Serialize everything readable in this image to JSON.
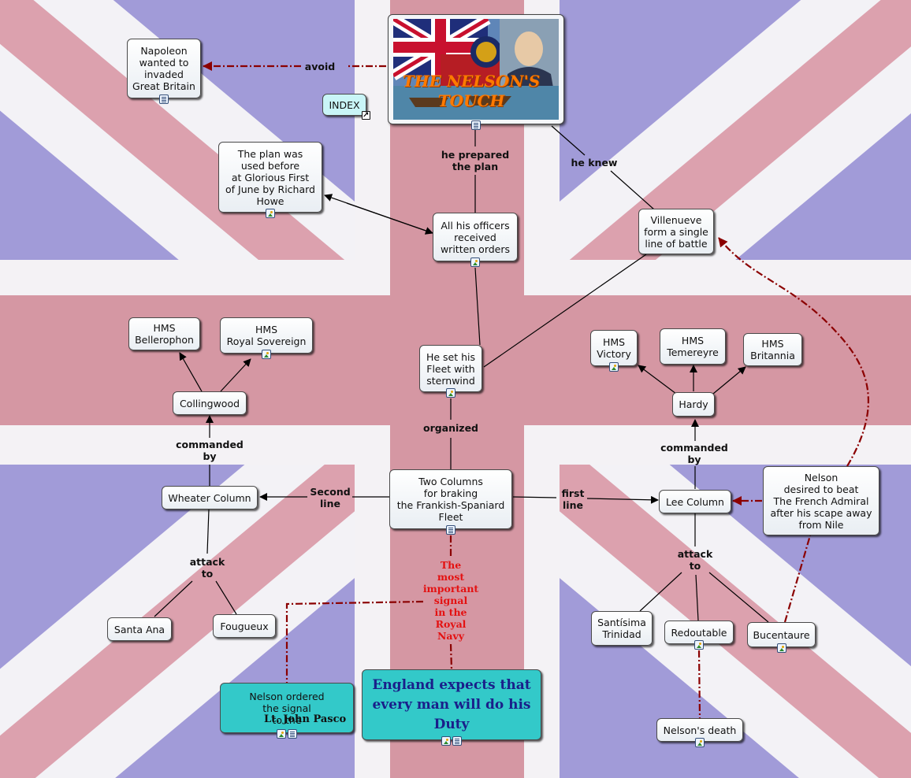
{
  "colors": {
    "link_solid": "#000000",
    "link_dashed": "#8b0000",
    "teal_node": "#33c9c9",
    "index_node": "#c9f5f7",
    "signal_label": "#e41111",
    "hero_title": "#ff7a00"
  },
  "hero": {
    "title": "THE NELSON'S\nTOUCH",
    "image": "union-flag-and-nelson-portrait-image"
  },
  "nodes": {
    "napoleon": "Napoleon\nwanted to\ninvaded\nGreat Britain",
    "index": "INDEX",
    "plan_used": "The plan was\nused before\nat Glorious First\nof June by Richard\nHowe",
    "officers": "All his officers\nreceived\nwritten orders",
    "villeneuve": "Villenueve\nform a single\nline of battle",
    "bellerophon": "HMS\nBellerophon",
    "royal_sovereign": "HMS\nRoyal Sovereign",
    "set_fleet": "He set his\nFleet with\nsternwind",
    "victory": "HMS\nVictory",
    "temereyre": "HMS\nTemereyre",
    "britannia": "HMS\nBritannia",
    "collingwood": "Collingwood",
    "hardy": "Hardy",
    "wheater": "Wheater Column",
    "two_columns": "Two Columns\nfor braking\nthe Frankish-Spaniard\nFleet",
    "lee": "Lee Column",
    "nelson_beat": "Nelson\ndesired to beat\nThe French Admiral\nafter his scape away\nfrom Nile",
    "santa_ana": "Santa Ana",
    "fougueux": "Fougueux",
    "santisima": "Santísima\nTrinidad",
    "redoutable": "Redoutable",
    "bucentaure": "Bucentaure",
    "nelson_ordered": "Nelson ordered\nthe signal\nto the",
    "nelson_ordered_name": "Lt. John Pasco",
    "england_expects": "England expects that\nevery man will do his\nDuty",
    "nelson_death": "Nelson's death"
  },
  "labels": {
    "avoid": "avoid",
    "he_prepared": "he prepared\nthe plan",
    "he_knew": "he knew",
    "organized": "organized",
    "commanded_by_left": "commanded\nby",
    "commanded_by_right": "commanded\nby",
    "second_line": "Second\nline",
    "first_line": "first\nline",
    "attack_to_left": "attack\nto",
    "attack_to_right": "attack\nto",
    "most_important_signal": "The\nmost\nimportant\nsignal\nin the\nRoyal\nNavy"
  }
}
